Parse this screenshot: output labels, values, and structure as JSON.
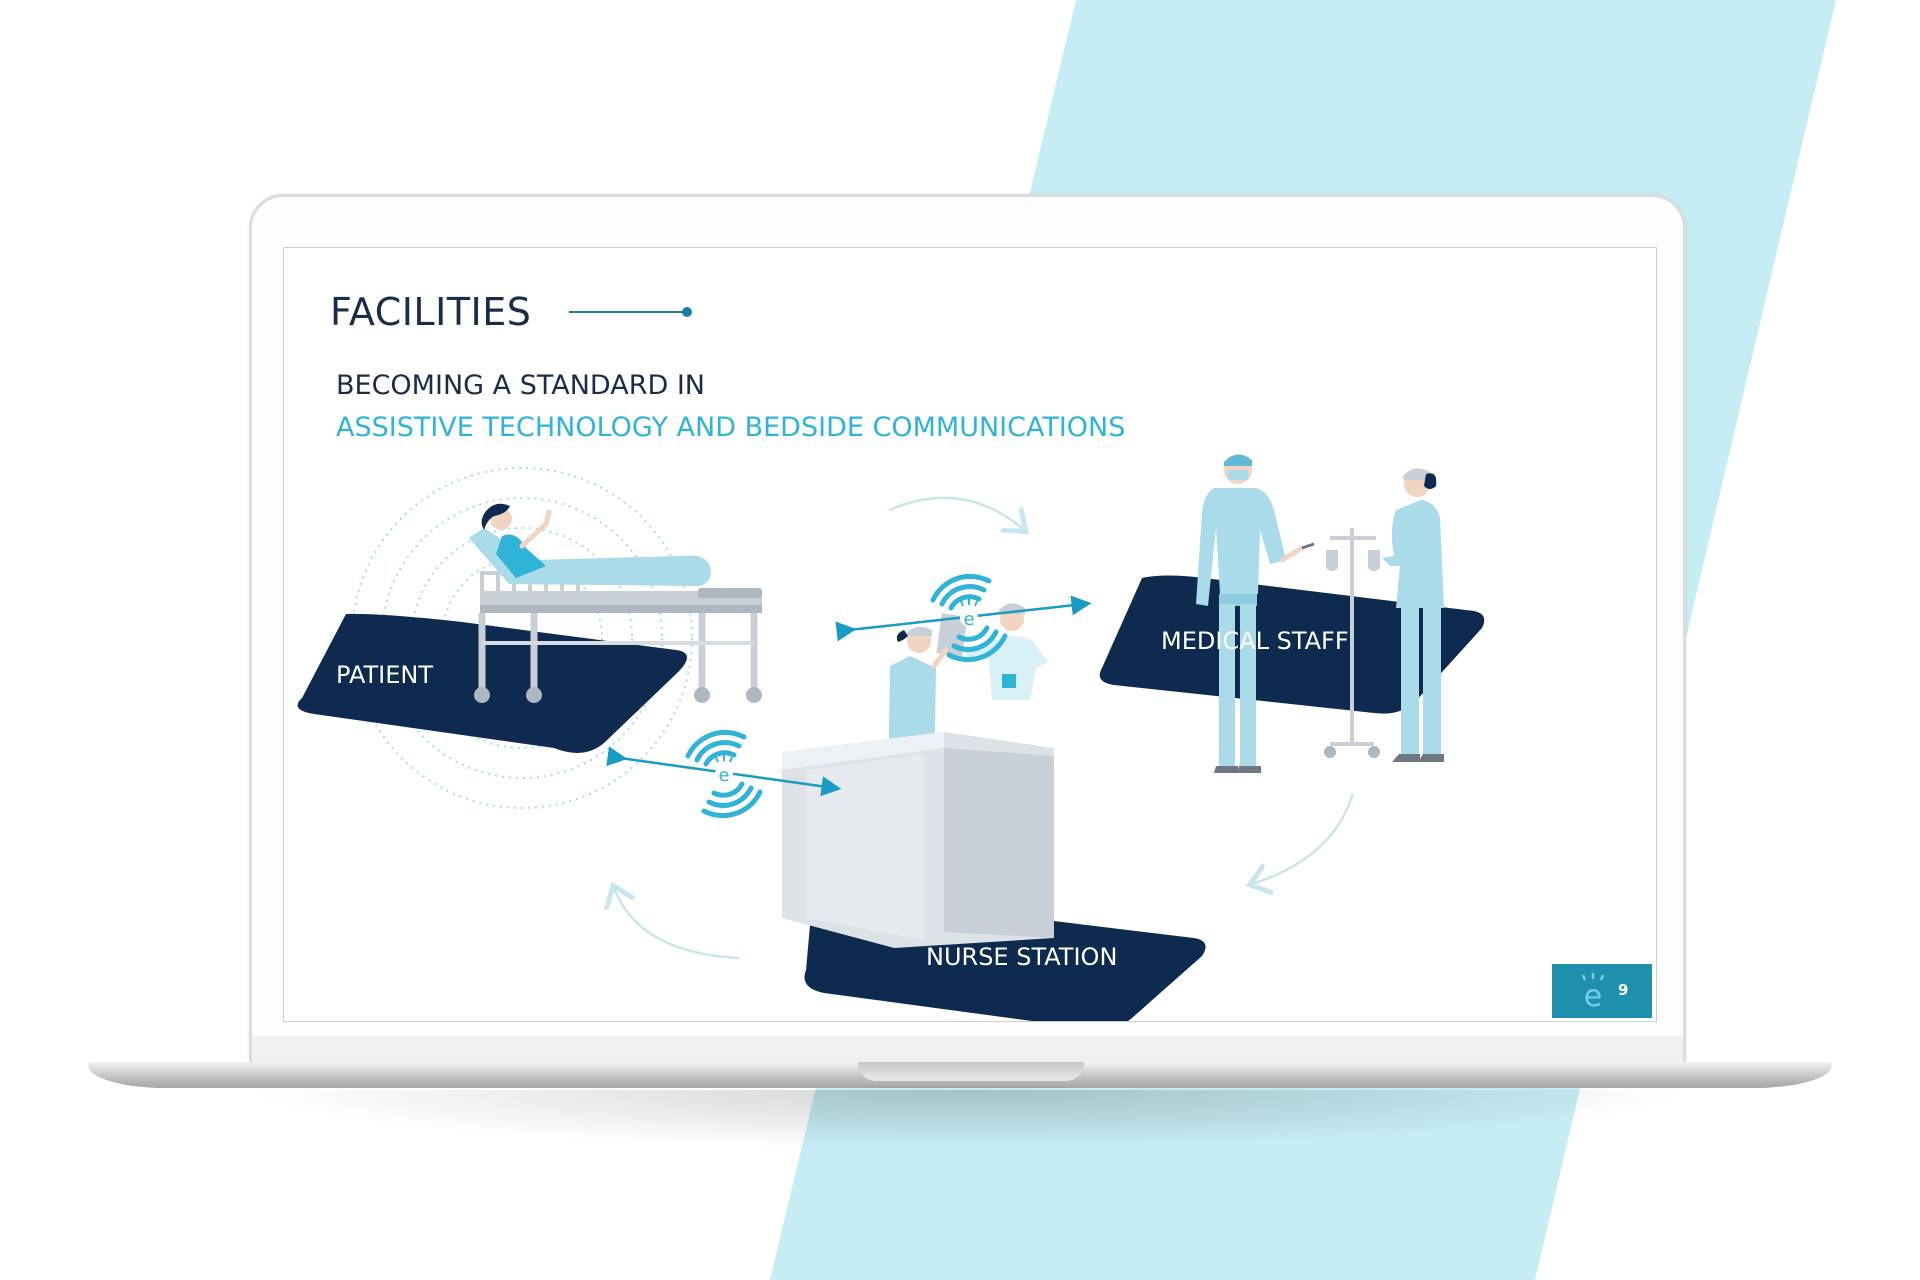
{
  "slide": {
    "title": "FACILITIES",
    "subtitle_line1": "BECOMING A STANDARD IN",
    "subtitle_line2": "ASSISTIVE TECHNOLOGY AND BEDSIDE COMMUNICATIONS",
    "page_number": "9"
  },
  "diagram": {
    "nodes": {
      "patient": "PATIENT",
      "medical_staff": "MEDICAL STAFF",
      "nurse_station": "NURSE STATION"
    },
    "icons": [
      "signal-e-icon",
      "cycle-arrow-icon",
      "patient-bed-icon",
      "nurse-figure-icon",
      "doctor-figure-icon",
      "iv-stand-icon"
    ]
  },
  "colors": {
    "navy": "#0e2a4f",
    "accent": "#2fb3d6",
    "light_blue": "#a9dbe9",
    "background_stripe": "#c6ecf4",
    "badge": "#1e8fac"
  }
}
